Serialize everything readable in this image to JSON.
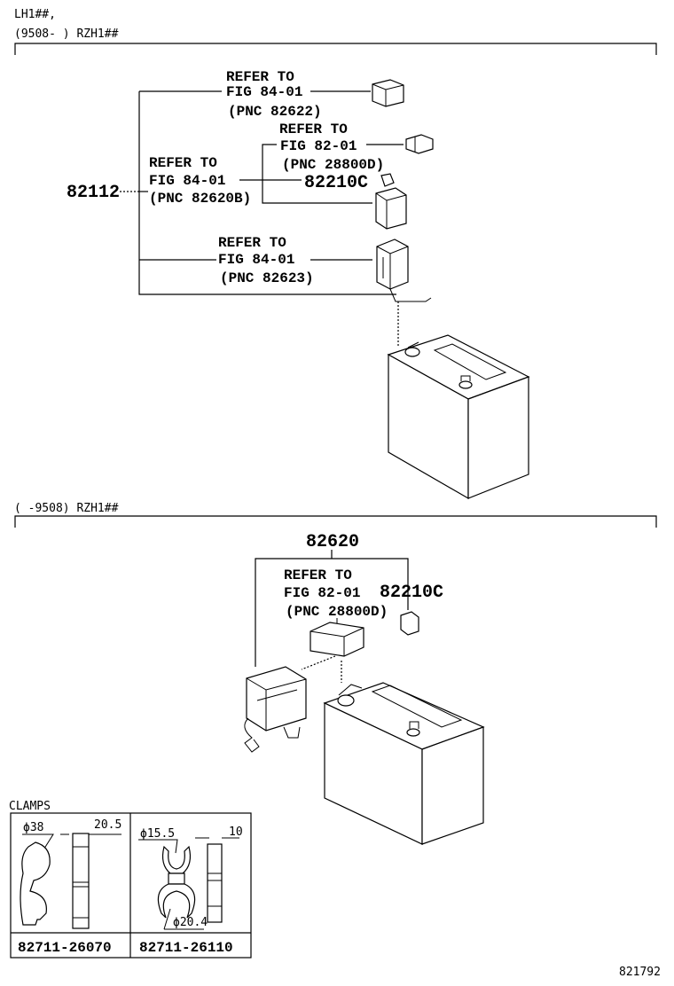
{
  "section_upper": {
    "header_line1": "LH1##,",
    "header_line2": "(9508-     ) RZH1##",
    "assembly_pnc": "82112",
    "callouts": [
      {
        "l1": "REFER TO",
        "l2": "FIG 84-01",
        "l3": "(PNC 82622)"
      },
      {
        "l1": "REFER TO",
        "l2": "FIG 82-01",
        "l3": "(PNC 28800D)"
      },
      {
        "l1": "REFER TO",
        "l2": "FIG 84-01",
        "l3": "(PNC 82620B)"
      },
      {
        "l1": "REFER TO",
        "l2": "FIG 84-01",
        "l3": "(PNC 82623)"
      }
    ],
    "fuse_pnc": "82210C"
  },
  "section_lower": {
    "header": "(     -9508) RZH1##",
    "assembly_pnc": "82620",
    "callout": {
      "l1": "REFER TO",
      "l2": "FIG 82-01",
      "l3": "(PNC 28800D)"
    },
    "fuse_pnc": "82210C"
  },
  "clamps": {
    "title": "CLAMPS",
    "items": [
      {
        "dia": "ϕ38",
        "width": "20.5",
        "part_no": "82711-26070"
      },
      {
        "dia": "ϕ15.5",
        "dia2": "ϕ20.4",
        "width": "10",
        "part_no": "82711-26110"
      }
    ]
  },
  "figure_number": "821792"
}
